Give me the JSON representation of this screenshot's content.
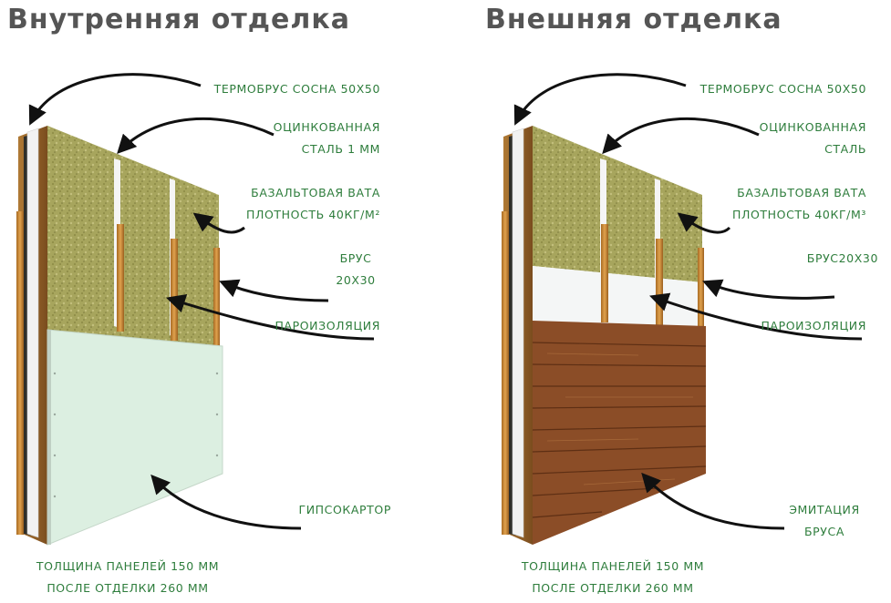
{
  "panels": [
    {
      "title": "Внутренняя отделка",
      "labels": {
        "timber": "ТЕРМОБРУС СОСНА 50Х50",
        "steel_1": "ОЦИНКОВАННАЯ",
        "steel_2": "СТАЛЬ 1 ММ",
        "wool_1": "БАЗАЛЬТОВАЯ ВАТА",
        "wool_2": "ПЛОТНОСТЬ 40КГ/М²",
        "batten_1": "БРУС",
        "batten_2": "20Х30",
        "vapor": "ПАРОИЗОЛЯЦИЯ",
        "finish_1": "ГИПСОКАРТОР",
        "thickness_1": "ТОЛЩИНА ПАНЕЛЕЙ 150 ММ",
        "thickness_2": "ПОСЛЕ ОТДЕЛКИ 260 ММ"
      }
    },
    {
      "title": "Внешняя отделка",
      "labels": {
        "timber": "ТЕРМОБРУС СОСНА 50Х50",
        "steel_1": "ОЦИНКОВАННАЯ",
        "steel_2": "СТАЛЬ",
        "wool_1": "БАЗАЛЬТОВАЯ ВАТА",
        "wool_2": "ПЛОТНОСТЬ 40КГ/М³",
        "batten_1": "БРУС20Х30",
        "vapor": "ПАРОИЗОЛЯЦИЯ",
        "finish_1": "ЭМИТАЦИЯ",
        "finish_2": "БРУСА",
        "thickness_1": "ТОЛЩИНА ПАНЕЛЕЙ 150 ММ",
        "thickness_2": "ПОСЛЕ ОТДЕЛКИ 260 ММ"
      }
    }
  ],
  "colors": {
    "title": "#555555",
    "label": "#2e7d3c",
    "wool": "#aaa860",
    "wood_post": "#c98a3a",
    "drywall": "#dceee0",
    "siding": "#8a4a24",
    "arrow": "#111111"
  }
}
